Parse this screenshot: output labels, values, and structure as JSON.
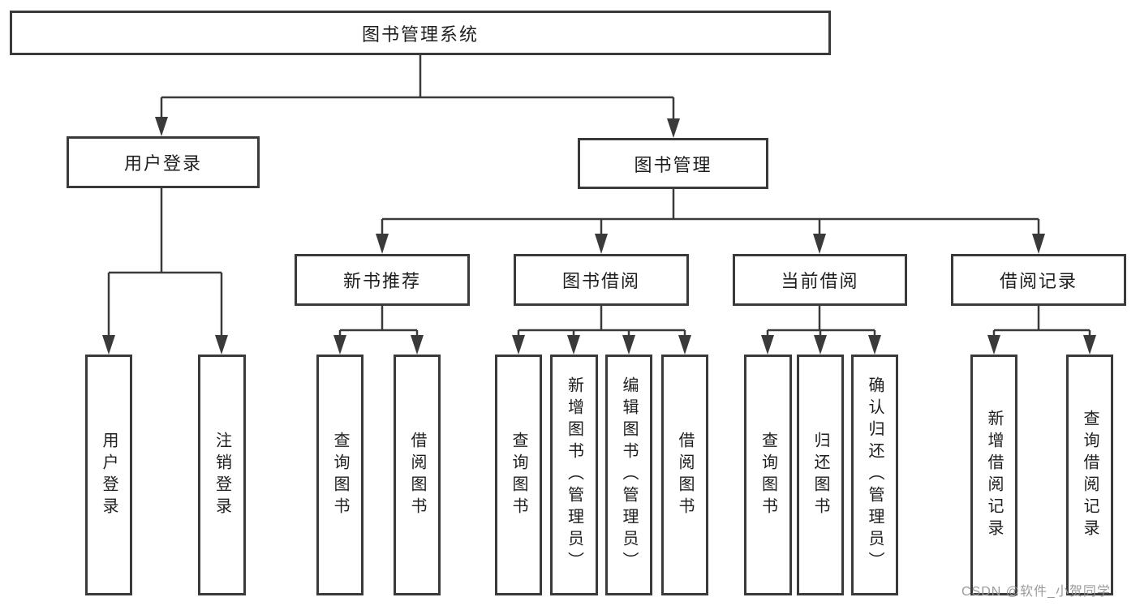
{
  "diagram": {
    "root": {
      "label": "图书管理系统"
    },
    "branches": [
      {
        "label": "用户登录",
        "children": [
          {
            "label": "用户登录"
          },
          {
            "label": "注销登录"
          }
        ]
      },
      {
        "label": "图书管理",
        "modules": [
          {
            "label": "新书推荐",
            "children": [
              {
                "label": "查询图书"
              },
              {
                "label": "借阅图书"
              }
            ]
          },
          {
            "label": "图书借阅",
            "children": [
              {
                "label": "查询图书"
              },
              {
                "label": "新增图书（管理员）"
              },
              {
                "label": "编辑图书（管理员）"
              },
              {
                "label": "借阅图书"
              }
            ]
          },
          {
            "label": "当前借阅",
            "children": [
              {
                "label": "查询图书"
              },
              {
                "label": "归还图书"
              },
              {
                "label": "确认归还（管理员）"
              }
            ]
          },
          {
            "label": "借阅记录",
            "children": [
              {
                "label": "新增借阅记录"
              },
              {
                "label": "查询借阅记录"
              }
            ]
          }
        ]
      }
    ],
    "watermark": "CSDN @软件_小贺同学",
    "line_color": "#3a3a3a"
  }
}
